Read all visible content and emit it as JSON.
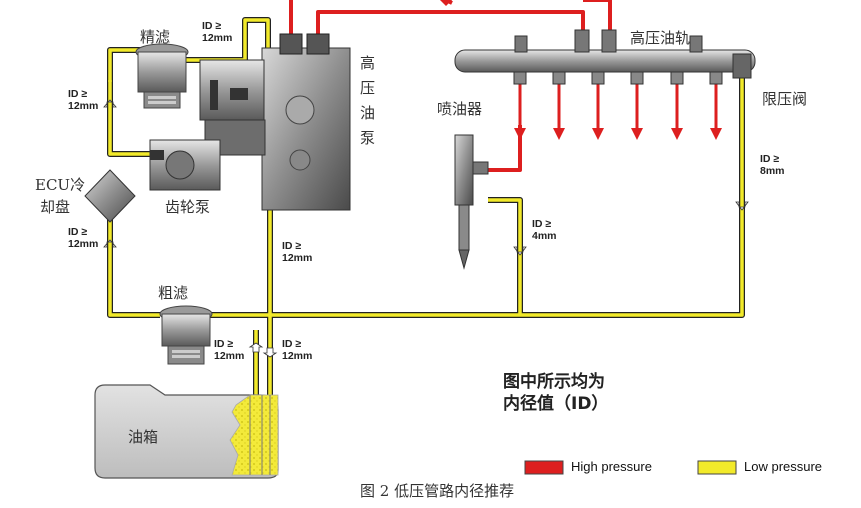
{
  "labels": {
    "fine_filter": "精滤",
    "high_pressure_pump": "高压油泵",
    "high_pressure_rail": "高压油轨",
    "pressure_limit_valve": "限压阀",
    "injector": "喷油器",
    "ecu_cooler_line1": "ECU冷",
    "ecu_cooler_line2": "却盘",
    "gear_pump": "齿轮泵",
    "coarse_filter": "粗滤",
    "fuel_tank": "油箱"
  },
  "id_labels": {
    "top_pump": [
      "ID ≥",
      "12mm"
    ],
    "left_upper": [
      "ID ≥",
      "12mm"
    ],
    "left_lower": [
      "ID ≥",
      "12mm"
    ],
    "pump_return": [
      "ID ≥",
      "12mm"
    ],
    "injector_return": [
      "ID ≥",
      "4mm"
    ],
    "rail_return": [
      "ID ≥",
      "8mm"
    ],
    "tank_left": [
      "ID ≥",
      "12mm"
    ],
    "tank_right": [
      "ID ≥",
      "12mm"
    ]
  },
  "note": {
    "line1": "图中所示均为",
    "line2": "内径值（ID）"
  },
  "legend": {
    "high": {
      "label": "High pressure",
      "color": "#dd1f1f"
    },
    "low": {
      "label": "Low pressure",
      "color": "#f2ea2a"
    }
  },
  "caption": "图 2  低压管路内径推荐"
}
